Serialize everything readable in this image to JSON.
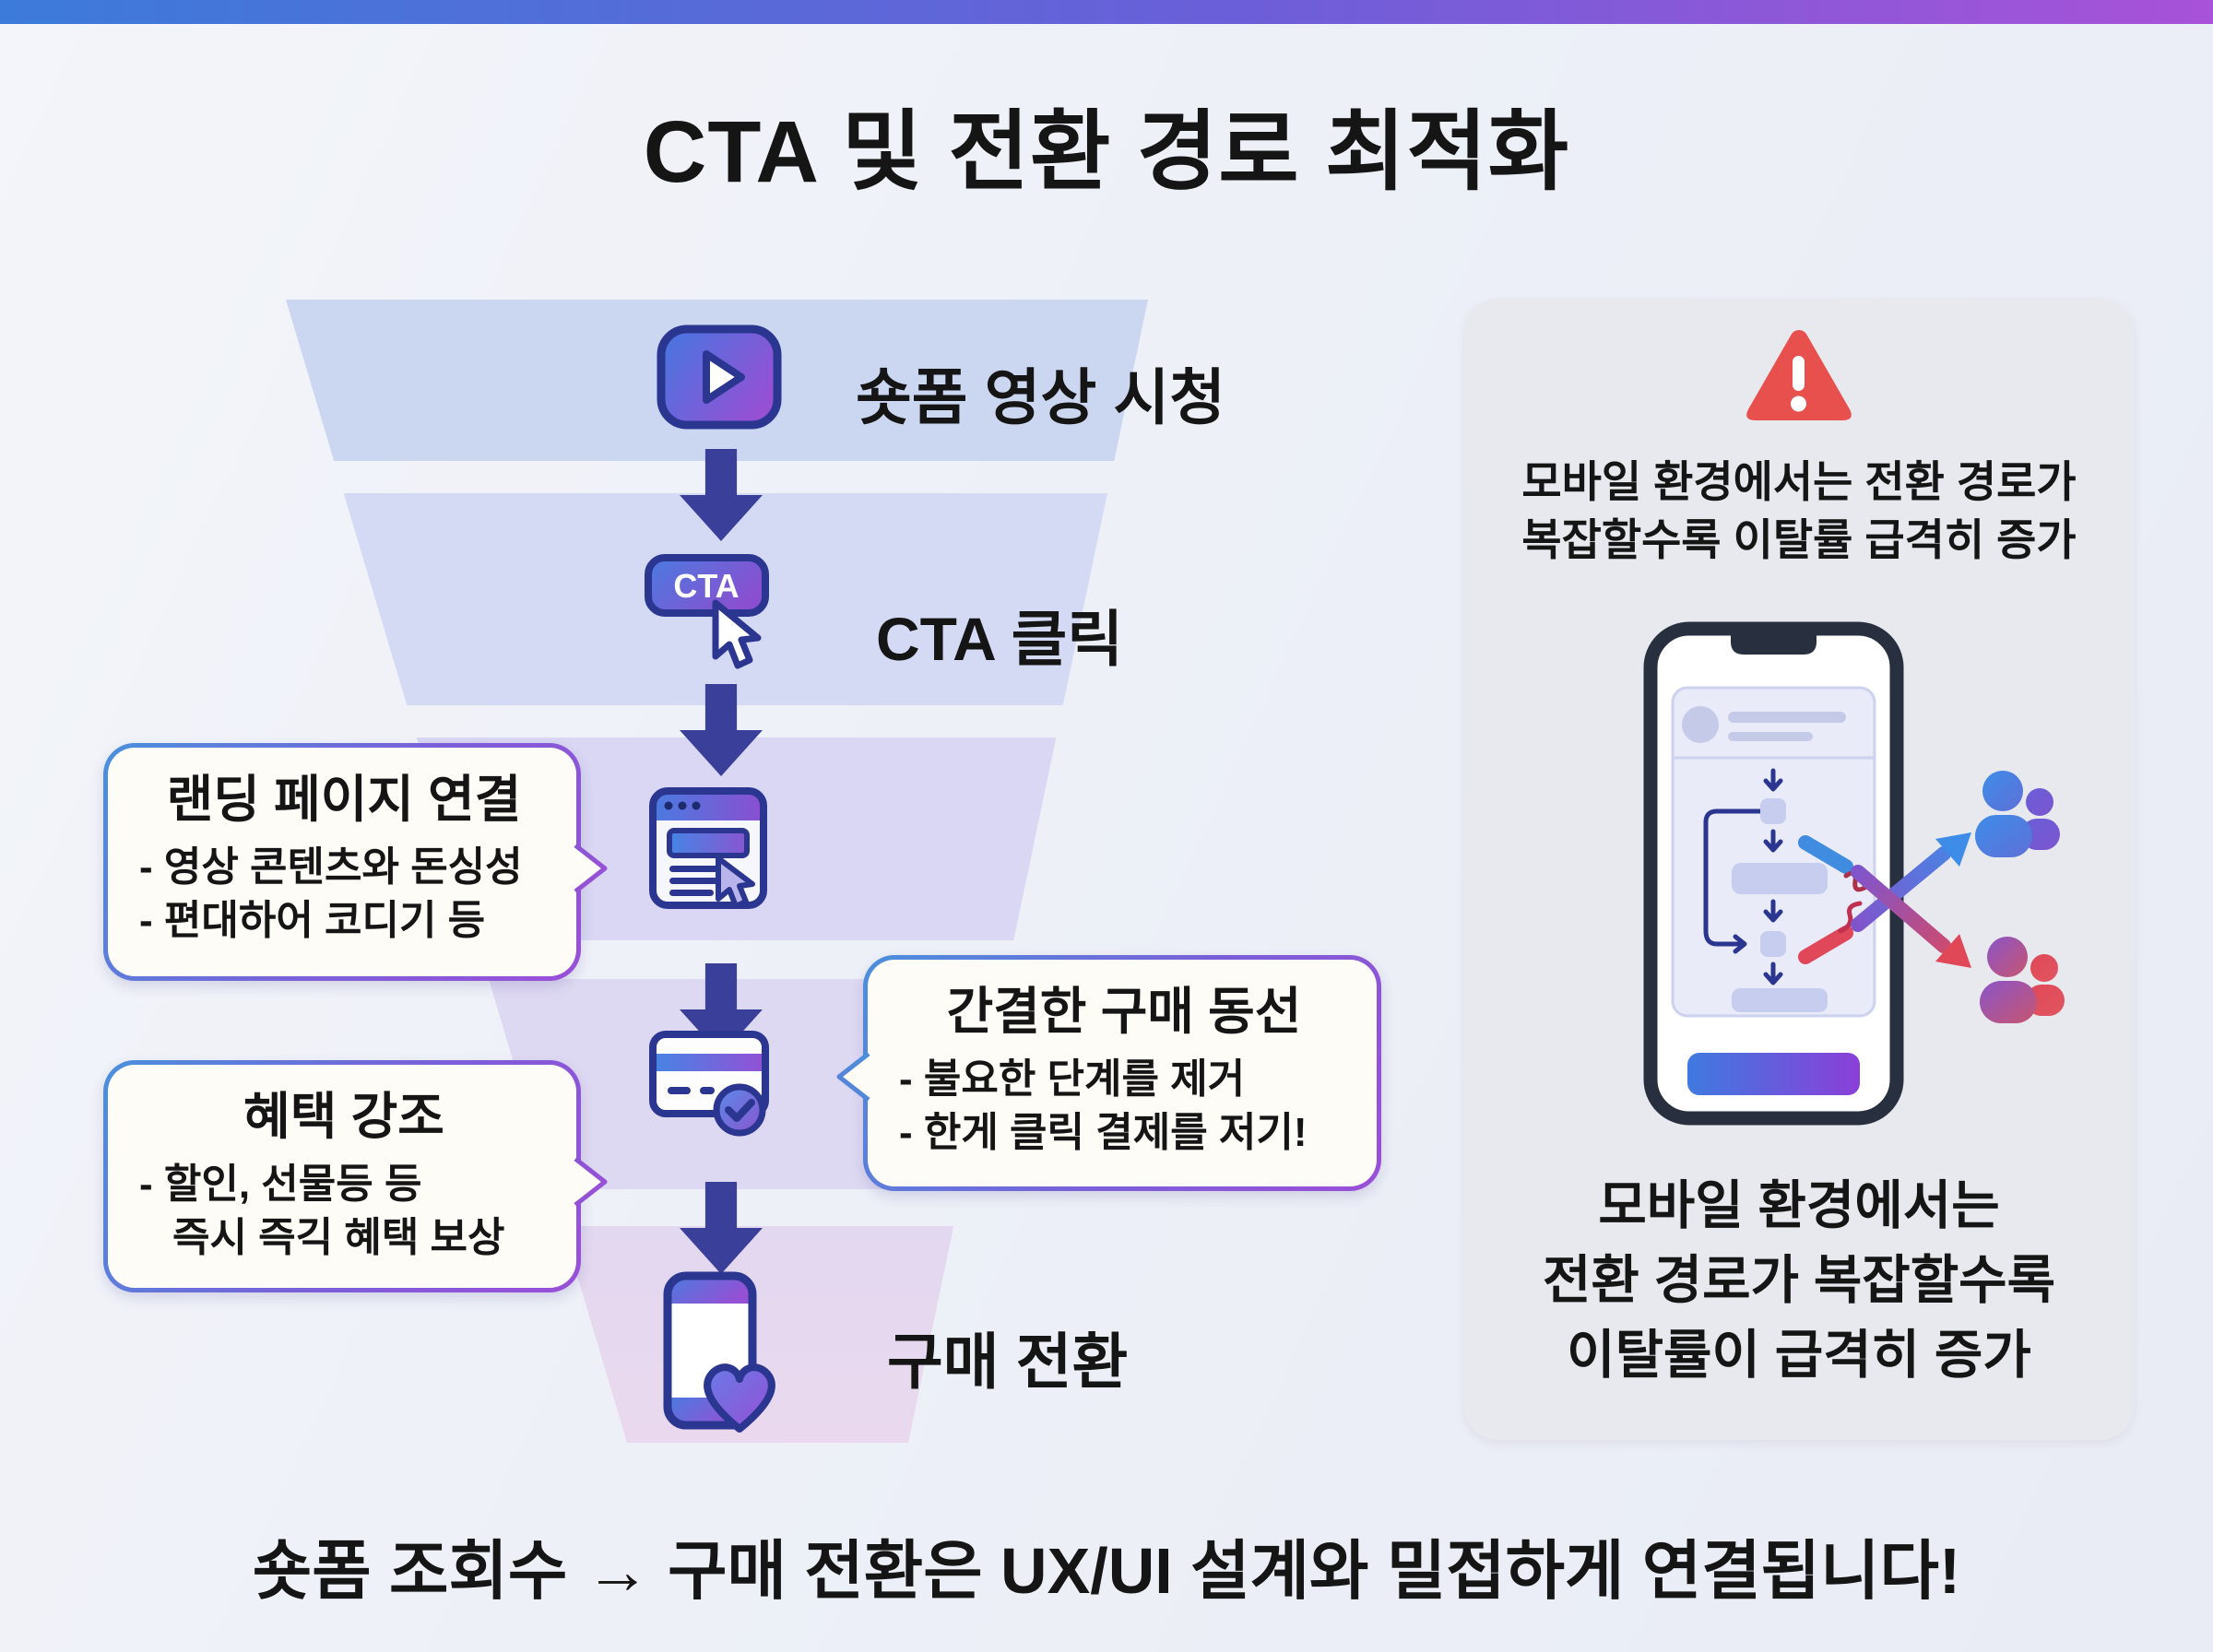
{
  "page": {
    "title": "CTA 및 전환 경로 최적화",
    "footer": "숏폼 조회수 → 구매 전환은 UX/UI 설계와 밀접하게 연결됩니다!"
  },
  "funnel": {
    "steps": [
      {
        "icon": "play-icon",
        "label": "숏폼 영상 시청"
      },
      {
        "icon": "cta-button-icon",
        "icon_label": "CTA",
        "label": "CTA 클릭"
      },
      {
        "icon": "landing-page-icon",
        "label": ""
      },
      {
        "icon": "credit-card-check-icon",
        "label": ""
      },
      {
        "icon": "phone-heart-icon",
        "label": "구매 전환"
      }
    ]
  },
  "callouts": [
    {
      "title": "랜딩 페이지 연결",
      "bullets": [
        "- 영상 콘텐츠와 돈싱성",
        "- 편대하어 코디기 등"
      ]
    },
    {
      "title": "혜택 강조",
      "bullets": [
        "- 할인, 선물등 등",
        "즉시 즉긱 혜택 보상"
      ]
    },
    {
      "title": "간결한 구매 동선",
      "bullets": [
        "- 불요한 단계를 제거",
        "- 한게 클릭 결제를 저기!"
      ]
    }
  ],
  "side_panel": {
    "warning_line1": "모바일 환경에서는 전환 경로가",
    "warning_line2": "복잡할수록 이탈률 급격히 증가",
    "caption_line1": "모바일 환경에서는",
    "caption_line2": "전환 경로가 복잡할수록",
    "caption_line3": "이탈률이 급격히 증가"
  },
  "colors": {
    "topbar_gradient_start": "#3c7bd9",
    "topbar_gradient_end": "#a852d8",
    "funnel_arrow": "#3a3f99",
    "icon_outline_navy": "#2b3690",
    "warning_red": "#e8504e",
    "success_arrow_blue": "#3d8de8",
    "churn_arrow_red": "#e04858",
    "panel_background": "#e8e9ee"
  }
}
